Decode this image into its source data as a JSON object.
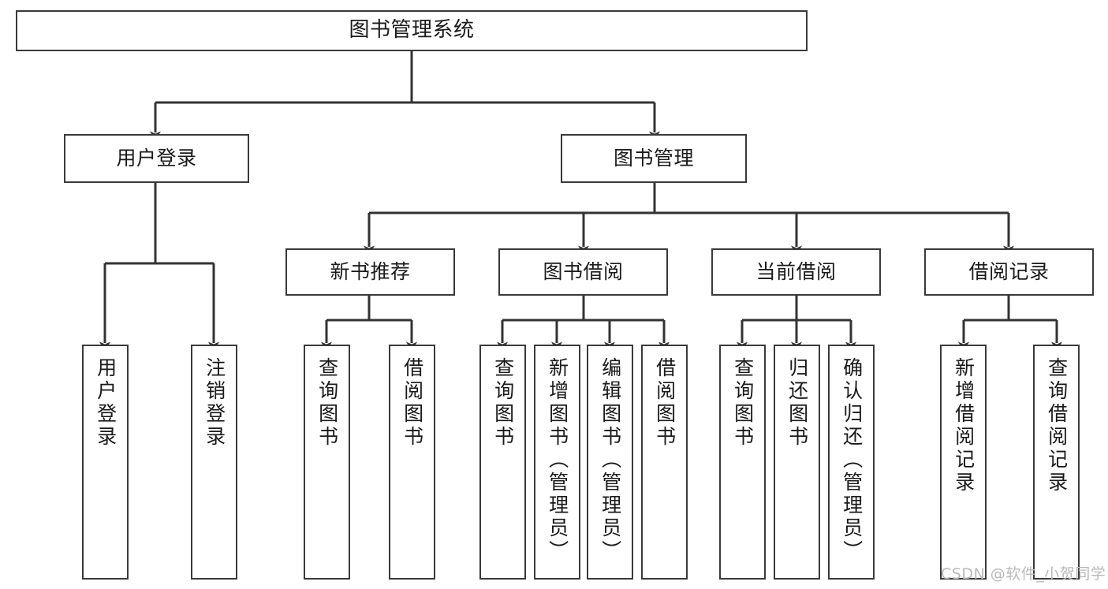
{
  "diagram": {
    "title": "图书管理系统",
    "type": "functional-structure-tree",
    "watermark": "CSDN @软件_小贺同学",
    "colors": {
      "border": "#3a3a3a",
      "text": "#1a1a1a",
      "background": "#ffffff",
      "edge": "#333333",
      "watermark": "#b9b9b9"
    },
    "root": {
      "label": "图书管理系统"
    },
    "level1": [
      {
        "label": "用户登录"
      },
      {
        "label": "图书管理"
      }
    ],
    "level2": [
      {
        "label": "新书推荐"
      },
      {
        "label": "图书借阅"
      },
      {
        "label": "当前借阅"
      },
      {
        "label": "借阅记录"
      }
    ],
    "leaves": {
      "user_login": [
        {
          "label": "用户登录"
        },
        {
          "label": "注销登录"
        }
      ],
      "new_book_recommend": [
        {
          "label": "查询图书"
        },
        {
          "label": "借阅图书"
        }
      ],
      "book_borrow": [
        {
          "label": "查询图书"
        },
        {
          "label": "新增图书（管理员）"
        },
        {
          "label": "编辑图书（管理员）"
        },
        {
          "label": "借阅图书"
        }
      ],
      "current_borrow": [
        {
          "label": "查询图书"
        },
        {
          "label": "归还图书"
        },
        {
          "label": "确认归还（管理员）"
        }
      ],
      "borrow_record": [
        {
          "label": "新增借阅记录"
        },
        {
          "label": "查询借阅记录"
        }
      ]
    }
  }
}
